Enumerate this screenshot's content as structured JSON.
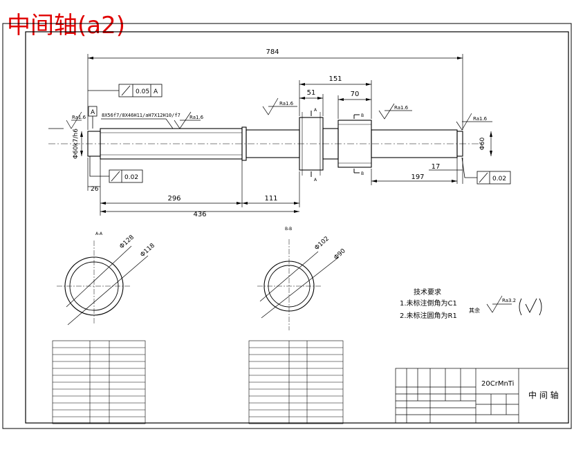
{
  "title": "中间轴(a2)",
  "colors": {
    "title": "#e00000",
    "line": "#000000",
    "background": "#ffffff"
  },
  "dimensions": {
    "overall": "784",
    "gear_group": "151",
    "seg51": "51",
    "seg70": "70",
    "left_shoulder": "26",
    "len296": "296",
    "len111": "111",
    "len436": "436",
    "right_17": "17",
    "right_197": "197",
    "left_dia": "Φ60k7/h6",
    "right_dia": "Φ60"
  },
  "tolerances": {
    "runout_a": {
      "value": "0.05",
      "datum": "A"
    },
    "left_runout": "0.02",
    "right_runout": "0.02",
    "datum_letter": "A"
  },
  "spline_note": "8X56f7/8X46H11/aH7X12H10/f7",
  "roughness": {
    "r1": "Ra1.6",
    "r2": "Ra1.6",
    "r3": "Ra1.6",
    "r4": "Ra1.6",
    "rest": "Ra3.2"
  },
  "section_marks": {
    "a": "A",
    "b": "B"
  },
  "sections": {
    "a": {
      "label": "A-A",
      "dia_outer": "Φ128",
      "dia_inner": "Φ118"
    },
    "b": {
      "label": "B-B",
      "dia_outer": "Φ102",
      "dia_inner": "Φ90"
    }
  },
  "notes": {
    "heading": "技术要求",
    "line1": "1.未标注倒角为C1",
    "line2": "2.未标注圆角为R1",
    "rest_label": "其余"
  },
  "title_block": {
    "material": "20CrMnTi",
    "part_name": "中 间 轴"
  }
}
